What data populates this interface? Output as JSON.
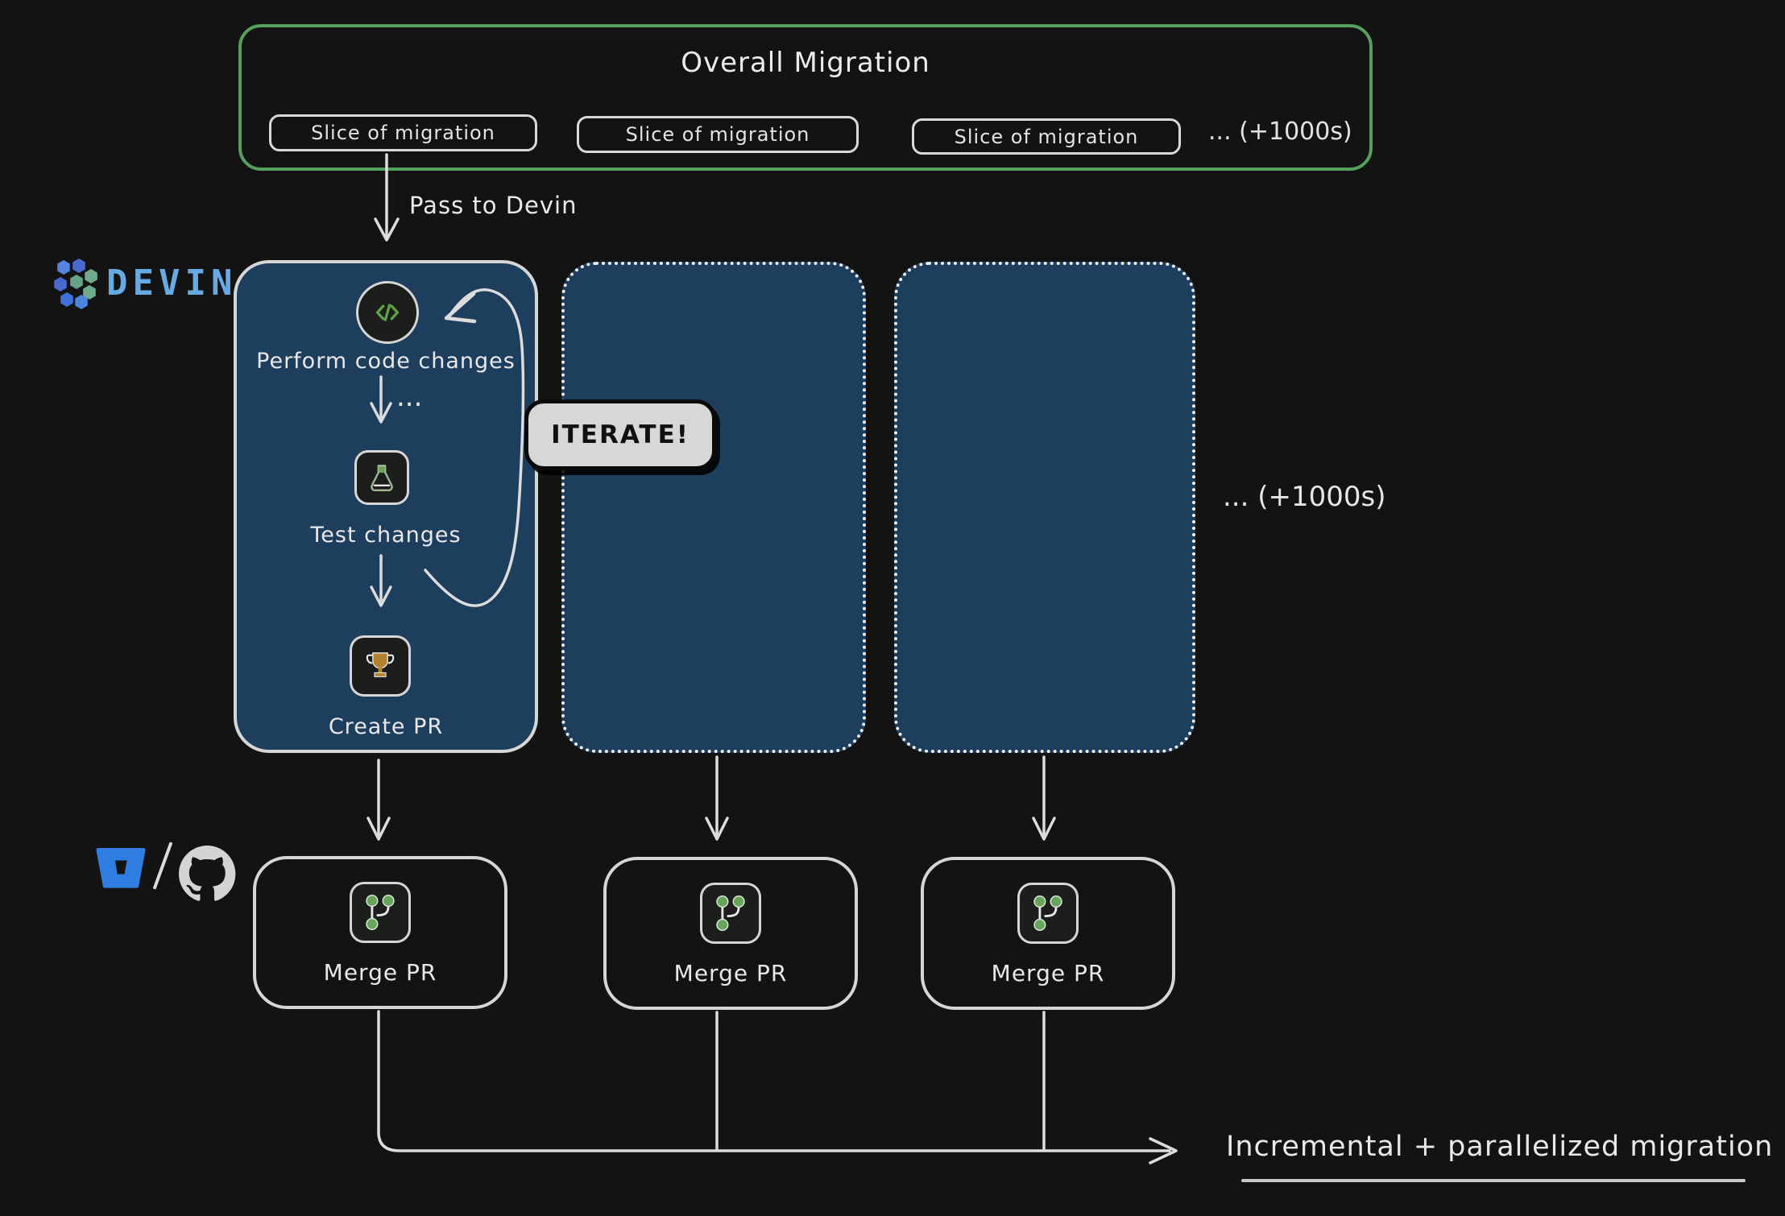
{
  "overall": {
    "title": "Overall Migration",
    "slices": [
      "Slice of migration",
      "Slice of migration",
      "Slice of migration"
    ],
    "more_label": "... (+1000s)"
  },
  "flow": {
    "pass_label": "Pass to Devin",
    "more_label": "... (+1000s)"
  },
  "devin": {
    "label": "DEVIN"
  },
  "workflow": {
    "perform_label": "Perform code changes",
    "ellipsis": "...",
    "test_label": "Test changes",
    "create_label": "Create PR",
    "iterate_label": "ITERATE!"
  },
  "vcs": {
    "separator": "/"
  },
  "merge": {
    "labels": [
      "Merge PR",
      "Merge PR",
      "Merge PR"
    ]
  },
  "footer": {
    "label": "Incremental + parallelized migration"
  },
  "icons": {
    "devin_logo": "hexagon-cluster",
    "code_icon": "code-brackets",
    "flask_icon": "test-flask",
    "trophy_icon": "trophy",
    "git_pr_icon": "git-pull-request",
    "bitbucket_icon": "bitbucket-bucket",
    "github_icon": "github-octocat"
  },
  "colors": {
    "background": "#131313",
    "card_blue": "#1e3e5e",
    "outline_green": "#55a05a",
    "stroke_light": "#dcdcdc",
    "devin_blue": "#67a9e2",
    "bitbucket_blue": "#2f7de0",
    "bubble_gray": "#d7d7d7",
    "icon_green": "#67a55b",
    "trophy_gold": "#b5832f"
  }
}
